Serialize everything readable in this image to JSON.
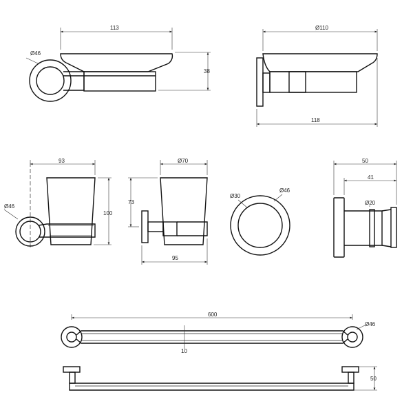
{
  "dimensions": {
    "soap_dish_width": "113",
    "soap_dish_rose_dia": "Ø46",
    "soap_dish_height": "38",
    "soap_dish_top_dia": "Ø110",
    "soap_dish_depth": "118",
    "tumbler_width": "93",
    "tumbler_rose_dia": "Ø46",
    "tumbler_height": "100",
    "tumbler_cup_dia": "Ø70",
    "tumbler_cup_offset": "73",
    "tumbler_depth": "95",
    "rose_inner_dia": "Ø30",
    "rose_outer_dia": "Ø46",
    "hook_depth": "50",
    "hook_projection": "41",
    "hook_dia": "Ø20",
    "rail_length": "600",
    "rail_rose_dia": "Ø46",
    "rail_bar_dia": "10",
    "rail_projection": "50"
  }
}
